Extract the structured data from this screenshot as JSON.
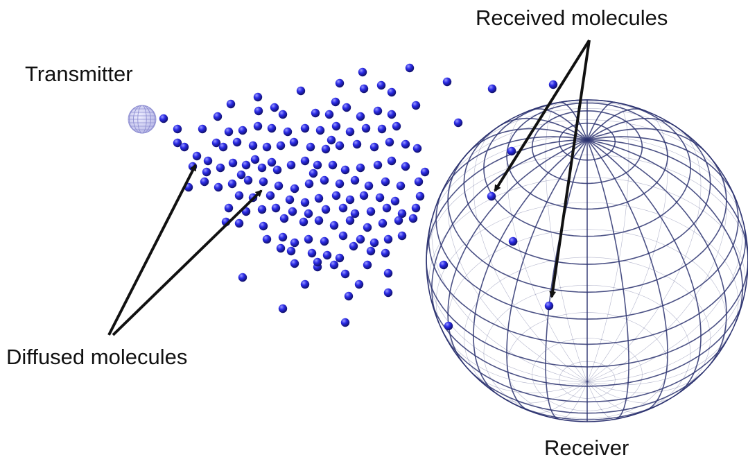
{
  "labels": {
    "received": "Received molecules",
    "transmitter": "Transmitter",
    "diffused": "Diffused molecules",
    "receiver": "Receiver"
  },
  "colors": {
    "molecule": "#2a2ae6",
    "molecule_highlight": "#8a8aff",
    "grid": "#2c3270",
    "arrow": "#111111",
    "text": "#111111"
  }
}
